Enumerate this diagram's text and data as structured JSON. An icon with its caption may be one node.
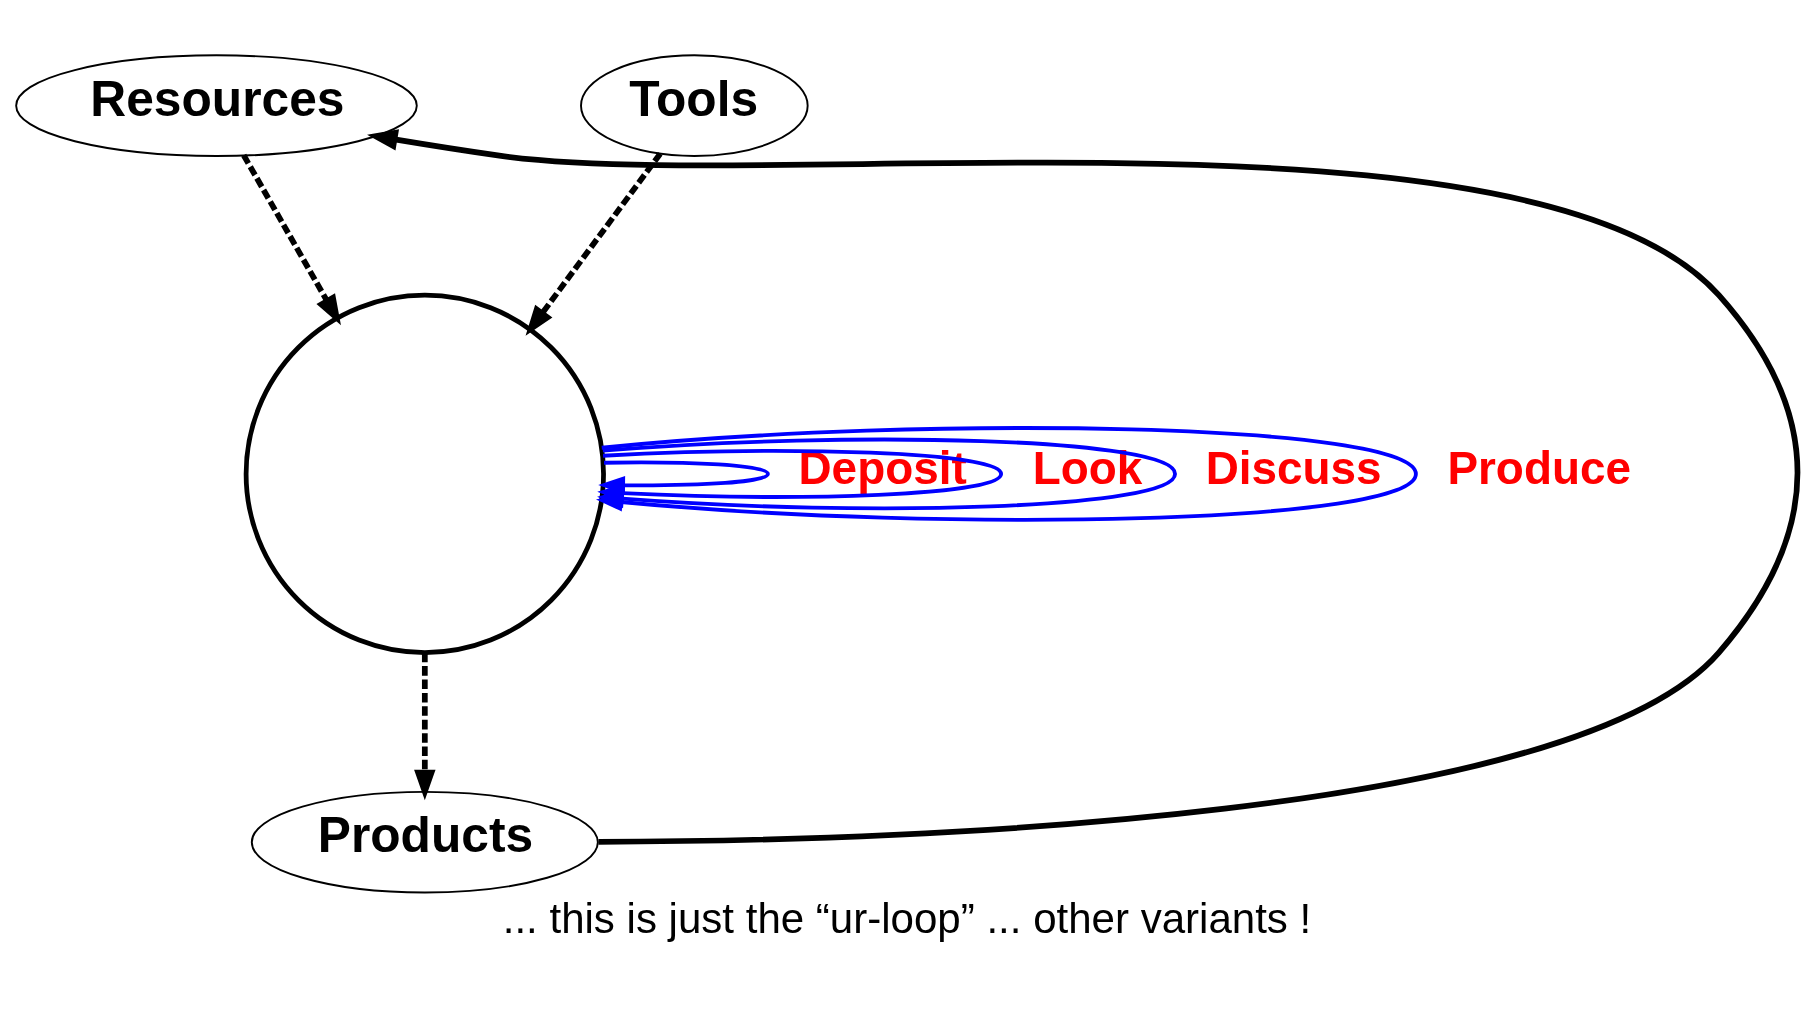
{
  "diagram": {
    "caption": "... this is just the “ur-loop” ... other variants !",
    "nodes": [
      {
        "text": [
          "Resources"
        ]
      },
      {
        "text": [
          "Tools"
        ]
      },
      {
        "text": [],
        "shape": "circle"
      },
      {
        "text": [
          "Products"
        ]
      }
    ],
    "edges": [
      {
        "from": 0,
        "to": 2,
        "arrow": "to",
        "style": "dashed"
      },
      {
        "from": 1,
        "to": 2,
        "arrow": "to",
        "style": "dashed"
      },
      {
        "from": 2,
        "to": 3,
        "arrow": "to",
        "style": "dashed"
      },
      {
        "from": 3,
        "to": 0,
        "arrow": "to"
      },
      {
        "from": 2,
        "to": 2,
        "arrow": "to",
        "label": "Deposit",
        "color": "#0000ff"
      },
      {
        "from": 2,
        "to": 2,
        "arrow": "to",
        "label": "Look",
        "color": "#0000ff"
      },
      {
        "from": 2,
        "to": 2,
        "arrow": "to",
        "label": "Discuss",
        "color": "#0000ff"
      },
      {
        "from": 2,
        "to": 2,
        "arrow": "to",
        "label": "Produce",
        "color": "#0000ff"
      }
    ]
  }
}
